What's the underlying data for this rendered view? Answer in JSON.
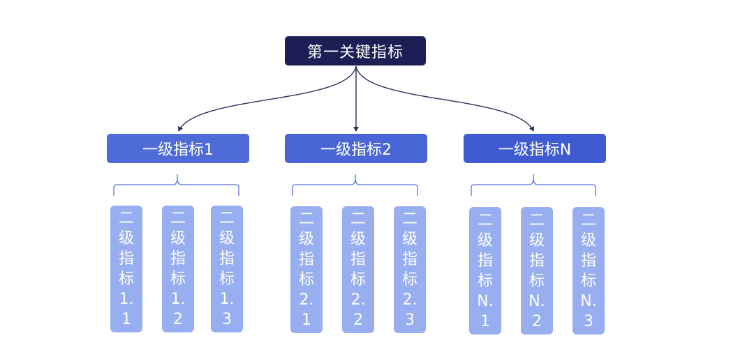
{
  "root": {
    "label": "第一关键指标"
  },
  "level1": [
    {
      "label": "一级指标1"
    },
    {
      "label": "一级指标2"
    },
    {
      "label": "一级指标N"
    }
  ],
  "level2": [
    {
      "label": "二级指标1.1"
    },
    {
      "label": "二级指标1.2"
    },
    {
      "label": "二级指标1.3"
    },
    {
      "label": "二级指标2.1"
    },
    {
      "label": "二级指标2.2"
    },
    {
      "label": "二级指标2.3"
    },
    {
      "label": "二级指标N.1"
    },
    {
      "label": "二级指标N.2"
    },
    {
      "label": "二级指标N.3"
    }
  ],
  "colors": {
    "root": "#1c1f55",
    "level1": "#4a66d6",
    "level2": "#97aef0",
    "connector": "#2b2f5e",
    "bracket": "#5a74d6"
  }
}
